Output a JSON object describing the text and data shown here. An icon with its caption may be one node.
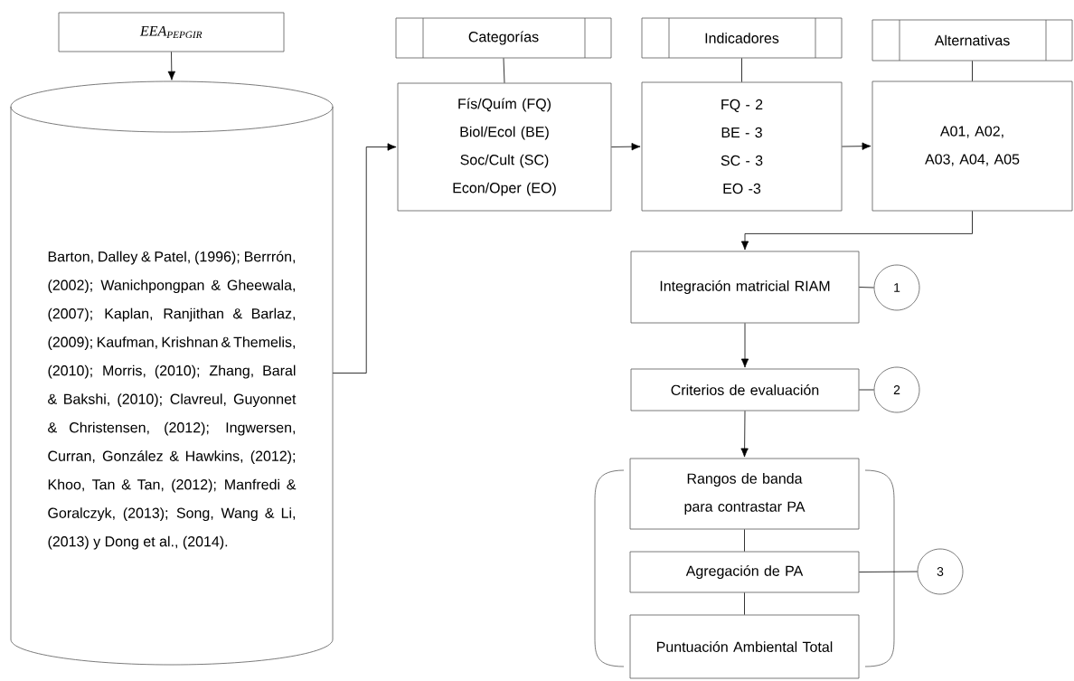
{
  "diagram": {
    "nodes": [
      {
        "text": [
          "EEA$_{PEPGIR}$"
        ]
      },
      {
        "text": [
          "Barton, Dalley & Patel, (1996); Berrrón, (2002); Wanichpongpan & Gheewala, (2007); Kaplan, Ranjithan & Barlaz, (2009); Kaufman, Krishnan & Themelis, (2010); Morris, (2010); Zhang, Baral & Bakshi, (2010); Clavreul, Guyonnet & Christensen, (2012); Ingwersen, Curran, González & Hawkins, (2012); Khoo, Tan & Tan, (2012); Manfredi & Goralczyk, (2013); Song, Wang & Li, (2013) y Dong et al., (2014)."
        ]
      },
      {
        "text": [
          "Categorías"
        ]
      },
      {
        "text": [
          "Fís/Quím (FQ)",
          "Biol/Ecol (BE)",
          "Soc/Cult (SC)",
          "Econ/Oper (EO)"
        ]
      },
      {
        "text": [
          "Indicadores"
        ]
      },
      {
        "text": [
          "FQ - 2",
          "BE - 3",
          "SC - 3",
          "EO -3"
        ]
      },
      {
        "text": [
          "Alternativas"
        ]
      },
      {
        "text": [
          "A01, A02, A03, A04, A05"
        ]
      },
      {
        "text": [
          "Integración matricial RIAM"
        ]
      },
      {
        "text": [
          "1"
        ]
      },
      {
        "text": [
          "Criterios de evaluación"
        ]
      },
      {
        "text": [
          "2"
        ]
      },
      {
        "text": [
          "Rangos de banda para contrastar PA"
        ]
      },
      {
        "text": [
          "Agregación de PA"
        ]
      },
      {
        "text": [
          "Puntuación Ambiental Total"
        ]
      },
      {
        "text": [
          "3"
        ]
      }
    ],
    "edges": [
      {
        "from": 0,
        "to": 1,
        "arrow": "to"
      },
      {
        "from": 1,
        "to": 3,
        "arrow": "to"
      },
      {
        "from": 2,
        "to": 3,
        "arrow": "none"
      },
      {
        "from": 4,
        "to": 5,
        "arrow": "none"
      },
      {
        "from": 6,
        "to": 7,
        "arrow": "none"
      },
      {
        "from": 3,
        "to": 5,
        "arrow": "to"
      },
      {
        "from": 5,
        "to": 7,
        "arrow": "to"
      },
      {
        "from": 7,
        "to": 8,
        "arrow": "to"
      },
      {
        "from": 8,
        "to": 9,
        "arrow": "none"
      },
      {
        "from": 8,
        "to": 10,
        "arrow": "to"
      },
      {
        "from": 10,
        "to": 11,
        "arrow": "none"
      },
      {
        "from": 10,
        "to": 12,
        "arrow": "to"
      },
      {
        "from": 12,
        "to": 13,
        "arrow": "none"
      },
      {
        "from": 13,
        "to": 14,
        "arrow": "none"
      },
      {
        "from": 13,
        "to": 15,
        "arrow": "none"
      }
    ]
  }
}
